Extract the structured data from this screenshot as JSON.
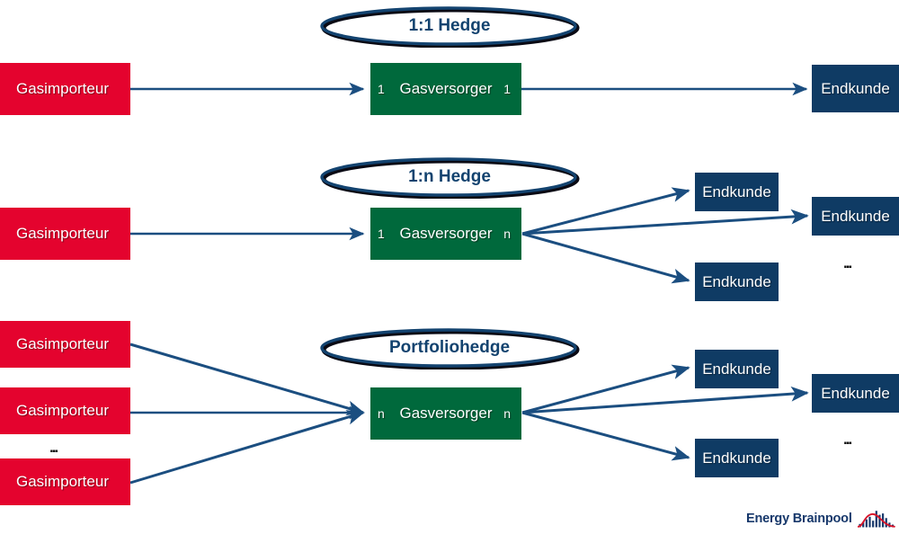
{
  "diagram": {
    "title_hidden": "",
    "colors": {
      "red": "#E4032E",
      "green": "#00693C",
      "blue": "#0F3B64",
      "arrow": "#1B4E80",
      "label_text": "#13436F"
    },
    "rows": [
      {
        "id": "row-1-1-hedge",
        "badge": "1:1 Hedge",
        "supplier": {
          "label": "Gasversorger",
          "left_mult": "1",
          "right_mult": "1"
        },
        "importers": [
          {
            "label": "Gasimporteur"
          }
        ],
        "customers": [
          {
            "label": "Endkunde"
          }
        ],
        "importer_ellipsis": "",
        "customer_ellipsis": ""
      },
      {
        "id": "row-1-n-hedge",
        "badge": "1:n Hedge",
        "supplier": {
          "label": "Gasversorger",
          "left_mult": "1",
          "right_mult": "n"
        },
        "importers": [
          {
            "label": "Gasimporteur"
          }
        ],
        "customers": [
          {
            "label": "Endkunde"
          },
          {
            "label": "Endkunde"
          },
          {
            "label": "Endkunde"
          }
        ],
        "importer_ellipsis": "",
        "customer_ellipsis": "..."
      },
      {
        "id": "row-portfoliohedge",
        "badge": "Portfoliohedge",
        "supplier": {
          "label": "Gasversorger",
          "left_mult": "n",
          "right_mult": "n"
        },
        "importers": [
          {
            "label": "Gasimporteur"
          },
          {
            "label": "Gasimporteur"
          },
          {
            "label": "Gasimporteur"
          }
        ],
        "customers": [
          {
            "label": "Endkunde"
          },
          {
            "label": "Endkunde"
          },
          {
            "label": "Endkunde"
          }
        ],
        "importer_ellipsis": "...",
        "customer_ellipsis": "..."
      }
    ]
  },
  "logo": {
    "text": "Energy Brainpool",
    "mark_name": "bell-curve-bar-chart-icon",
    "bar_color": "#17386B",
    "curve_color": "#D7142A"
  }
}
